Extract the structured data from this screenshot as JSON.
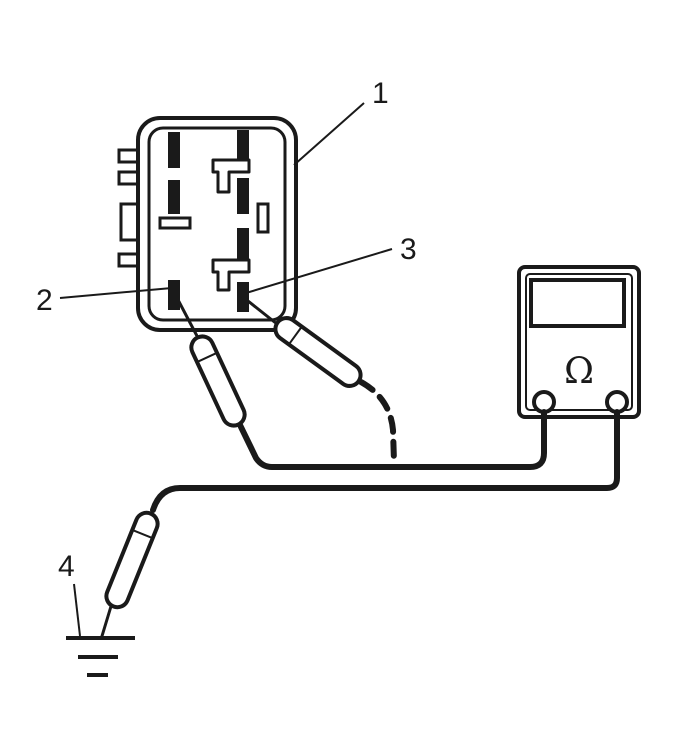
{
  "callouts": {
    "c1": "1",
    "c2": "2",
    "c3": "3",
    "c4": "4"
  },
  "meter": {
    "symbol": "Ω"
  },
  "colors": {
    "ink": "#1a1a1a",
    "background": "#ffffff"
  }
}
